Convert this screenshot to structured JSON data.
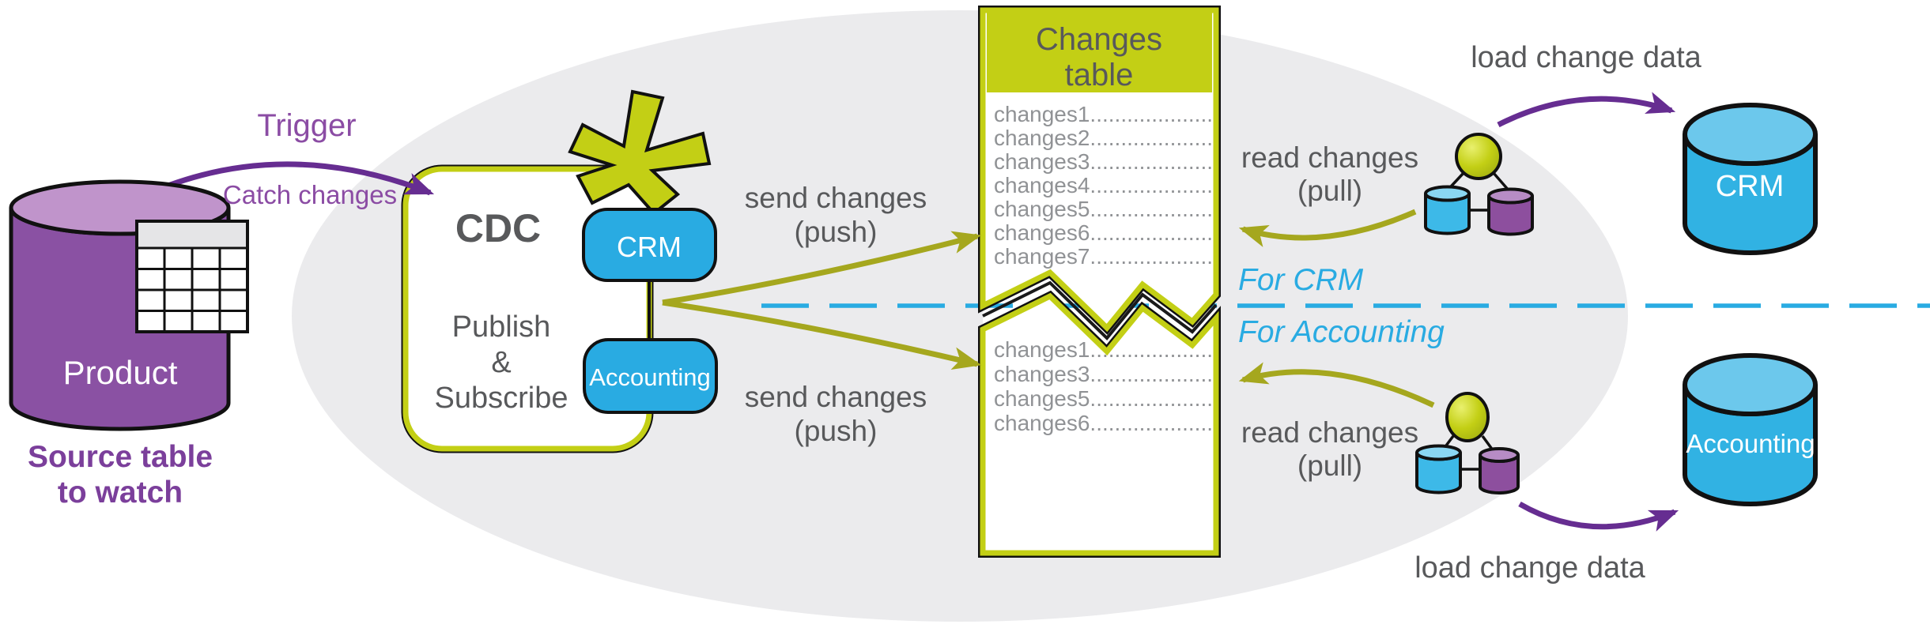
{
  "diagram_title": "CDC publish/subscribe change data capture flow",
  "source": {
    "cylinder_label": "Product",
    "caption": "Source table\nto watch"
  },
  "trigger": {
    "label": "Trigger",
    "sublabel": "Catch changes"
  },
  "cdc": {
    "title": "CDC",
    "subtitle": "Publish\n&\nSubscribe",
    "subscribers": [
      "CRM",
      "Accounting"
    ]
  },
  "flows": {
    "send_push_top": "send changes\n(push)",
    "send_push_bottom": "send changes\n(push)",
    "read_pull_top": "read changes\n(pull)",
    "read_pull_bottom": "read changes\n(pull)",
    "load_top": "load change data",
    "load_bottom": "load change data",
    "for_crm": "For CRM",
    "for_accounting": "For Accounting"
  },
  "changes_table": {
    "title": "Changes\ntable",
    "upper_rows": [
      "changes1.....................",
      "changes2.....................",
      "changes3.....................",
      "changes4.....................",
      "changes5.....................",
      "changes6.....................",
      "changes7....................."
    ],
    "lower_rows": [
      "changes1.....................",
      "changes3.....................",
      "changes5.....................",
      "changes6....................."
    ]
  },
  "targets": {
    "crm": "CRM",
    "accounting": "Accounting"
  },
  "icons": {
    "source_database": "database-cylinder-icon",
    "source_table": "table-grid-icon",
    "cdc_burst": "star-burst-icon",
    "pull_agent": "agent-cluster-icon (sphere + two databases)",
    "target_databases": "database-cylinder-icon"
  },
  "colors": {
    "accent_olive": "#c3cf15",
    "arrow_olive": "#a5a71e",
    "accent_blue": "#29abe2",
    "cylinder_blue": "#31b2e3",
    "purple_dark_arrow": "#662d91",
    "purple_shape": "#8a51a3",
    "text_gray": "#58595b",
    "ellipse_gray": "#ebebed"
  }
}
